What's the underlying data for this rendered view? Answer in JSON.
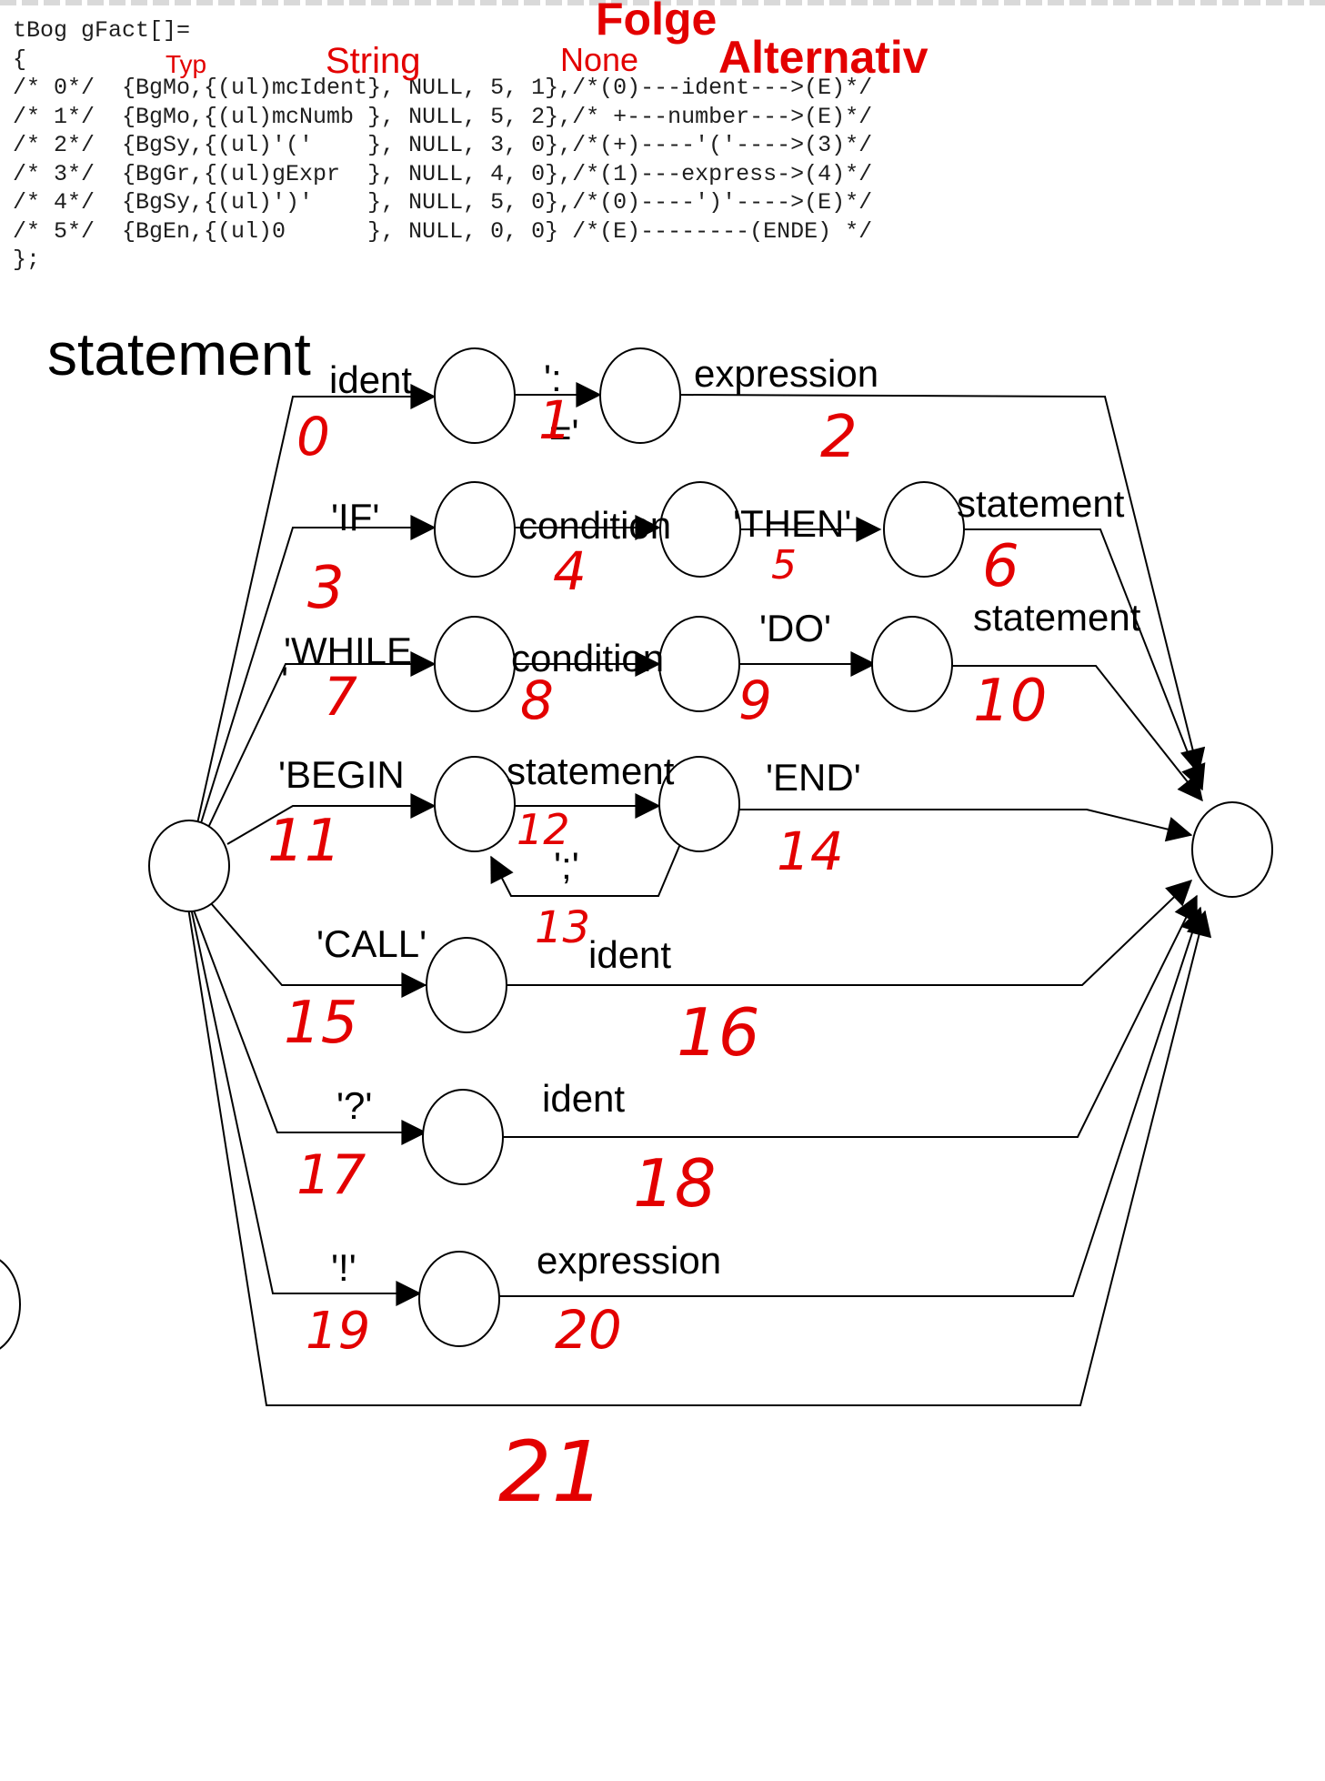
{
  "code_lines": [
    "tBog gFact[]=",
    "{",
    "/* 0*/  {BgMo,{(ul)mcIdent}, NULL, 5, 1},/*(0)---ident--->(E)*/",
    "/* 1*/  {BgMo,{(ul)mcNumb }, NULL, 5, 2},/* +---number--->(E)*/",
    "/* 2*/  {BgSy,{(ul)'('    }, NULL, 3, 0},/*(+)----'('---->(3)*/",
    "/* 3*/  {BgGr,{(ul)gExpr  }, NULL, 4, 0},/*(1)---express->(4)*/",
    "/* 4*/  {BgSy,{(ul)')'    }, NULL, 5, 0},/*(0)----')'---->(E)*/",
    "/* 5*/  {BgEn,{(ul)0      }, NULL, 0, 0} /*(E)--------(ENDE) */",
    "};"
  ],
  "column_headers": {
    "typ": "Typ",
    "string": "String",
    "none": "None",
    "folge": "Folge",
    "alternativ": "Alternativ"
  },
  "diagram": {
    "title": "statement",
    "labels": {
      "ident_top": "ident",
      "assign_colon": "':",
      "assign_eq": "='",
      "expression_top": "expression",
      "if": "'IF'",
      "condition_if": "condition",
      "then": "'THEN'",
      "statement_if": "statement",
      "while": "'WHILE",
      "while_quote": "'",
      "condition_while": "condition",
      "do": "'DO'",
      "statement_while": "statement",
      "begin": "'BEGIN",
      "statement_begin": "statement",
      "end": "'END'",
      "semicolon": "';'",
      "call": "'CALL'",
      "ident_call": "ident",
      "question": "'?'",
      "ident_question": "ident",
      "excl": "'!'",
      "expression_excl": "expression"
    },
    "handwritten_numbers": [
      "0",
      "1",
      "2",
      "3",
      "4",
      "5",
      "6",
      "7",
      "8",
      "9",
      "10",
      "11",
      "12",
      "13",
      "14",
      "15",
      "16",
      "17",
      "18",
      "19",
      "20",
      "21"
    ]
  }
}
